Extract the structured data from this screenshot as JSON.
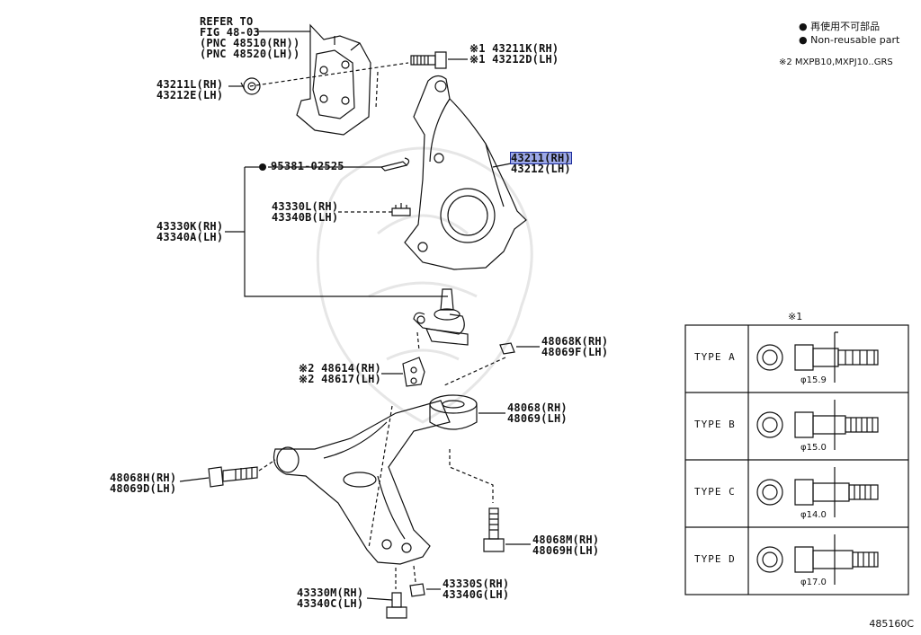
{
  "refer": {
    "line1": "REFER TO",
    "line2": "FIG 48-03",
    "line3": "(PNC 48510(RH))",
    "line4": "(PNC 48520(LH))"
  },
  "labels": {
    "p43211K": {
      "rh": "※1 43211K(RH)",
      "lh": "※1 43212D(LH)"
    },
    "p43211L": {
      "rh": "43211L(RH)",
      "lh": "43212E(LH)"
    },
    "p95381": {
      "rh": "95381-02525",
      "lh": ""
    },
    "p43211": {
      "rh": "43211(RH)",
      "lh": "43212(LH)"
    },
    "p43330L": {
      "rh": "43330L(RH)",
      "lh": "43340B(LH)"
    },
    "p43330K": {
      "rh": "43330K(RH)",
      "lh": "43340A(LH)"
    },
    "p48068K": {
      "rh": "48068K(RH)",
      "lh": "48069F(LH)"
    },
    "p48614": {
      "rh": "※2 48614(RH)",
      "lh": "※2 48617(LH)"
    },
    "p48068": {
      "rh": "48068(RH)",
      "lh": "48069(LH)"
    },
    "p48068H": {
      "rh": "48068H(RH)",
      "lh": "48069D(LH)"
    },
    "p48068M": {
      "rh": "48068M(RH)",
      "lh": "48069H(LH)"
    },
    "p43330M": {
      "rh": "43330M(RH)",
      "lh": "43340C(LH)"
    },
    "p43330S": {
      "rh": "43330S(RH)",
      "lh": "43340G(LH)"
    }
  },
  "legend": {
    "bullet_jp": "● 再使用不可部品",
    "bullet_en": "● Non-reusable part",
    "note2": "※2 MXPB10,MXPJ10..GRS"
  },
  "types_table": {
    "header": "※1",
    "rows": [
      {
        "type": "TYPE  A",
        "diameter": "φ15.9"
      },
      {
        "type": "TYPE  B",
        "diameter": "φ15.0"
      },
      {
        "type": "TYPE  C",
        "diameter": "φ14.0"
      },
      {
        "type": "TYPE  D",
        "diameter": "φ17.0"
      }
    ]
  },
  "figure_id": "485160C",
  "colors": {
    "ink": "#111111",
    "highlight": "#9ca8e8",
    "highlight_border": "#1b2b9a"
  }
}
